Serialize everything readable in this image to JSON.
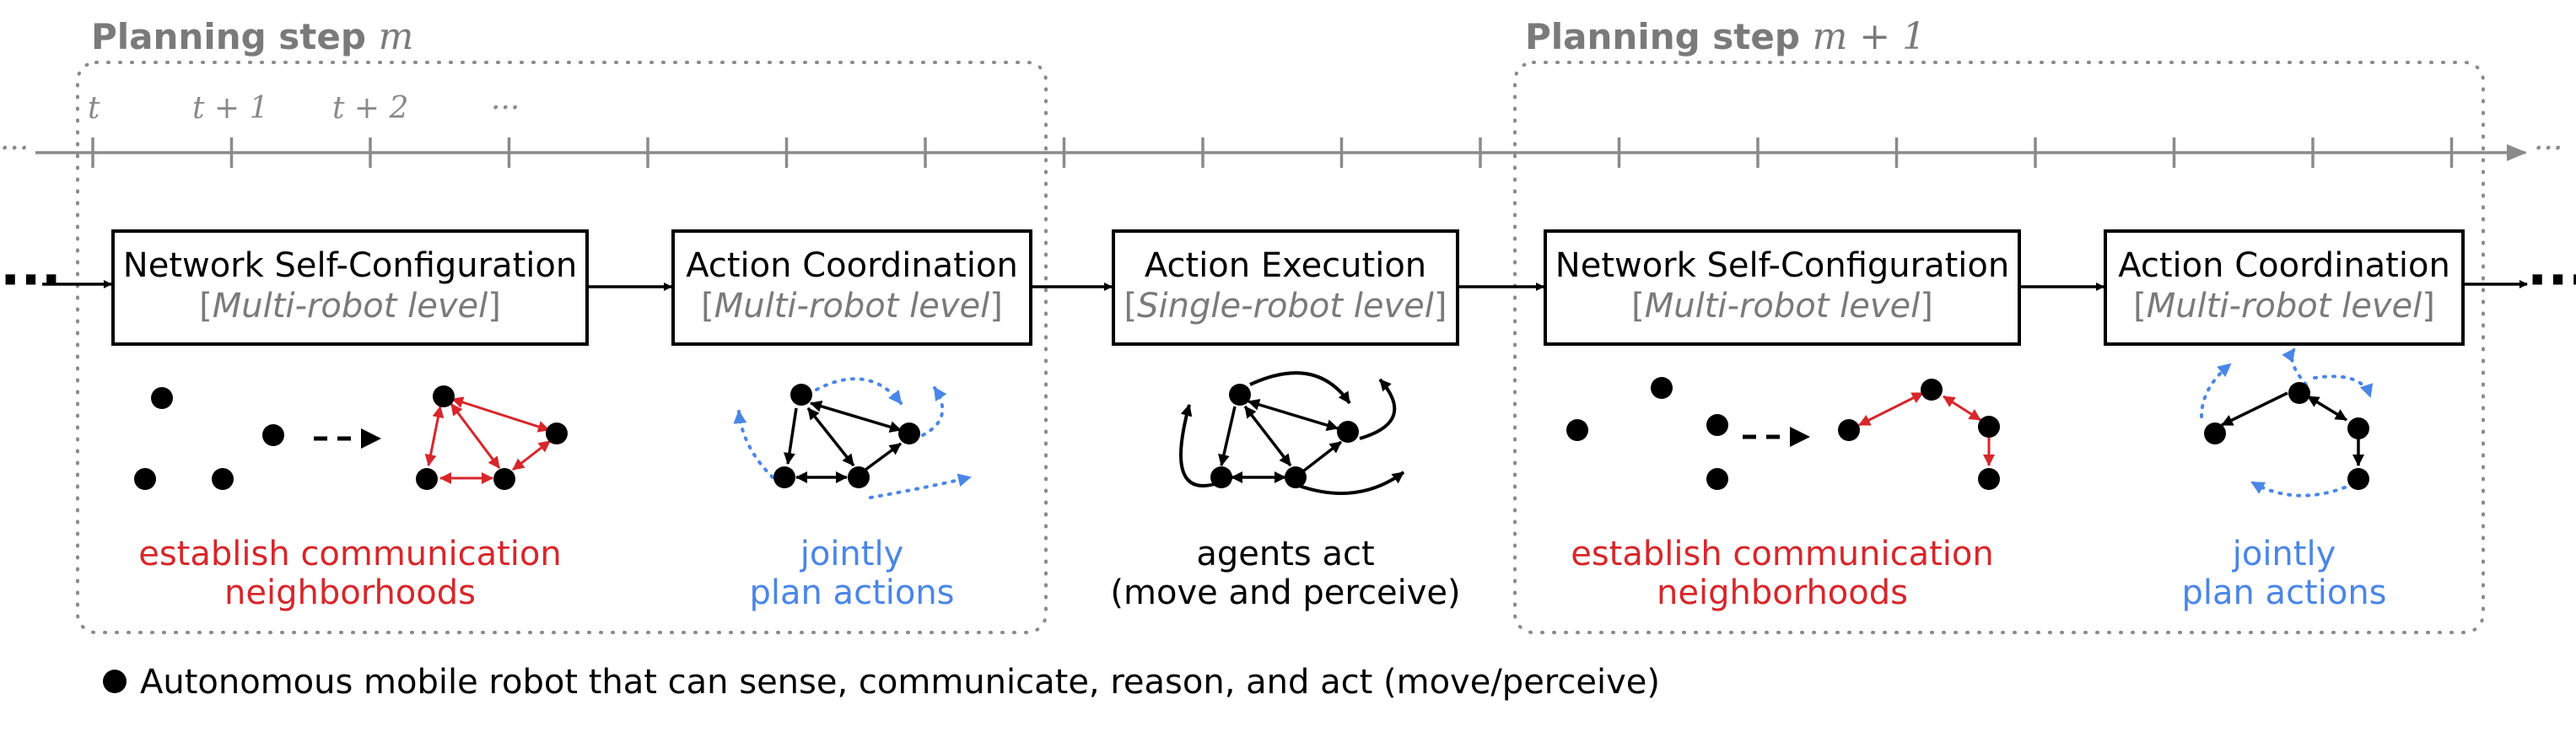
{
  "planning_steps": [
    {
      "label": "Planning step ",
      "math": "m"
    },
    {
      "label": "Planning step ",
      "math": "m + 1"
    }
  ],
  "timeline": {
    "labels": [
      "t",
      "t + 1",
      "t + 2",
      "···"
    ],
    "ellipsis": "···"
  },
  "stages": [
    {
      "name": "Network Self-Configuration",
      "level": "Multi-robot level",
      "caption": [
        "establish communication",
        "neighborhoods"
      ],
      "caption_color": "#d8262a"
    },
    {
      "name": "Action Coordination",
      "level": "Multi-robot level",
      "caption": [
        "jointly",
        "plan actions"
      ],
      "caption_color": "#4a86e8"
    },
    {
      "name": "Action Execution",
      "level": "Single-robot level",
      "caption": [
        "agents act",
        "(move and perceive)"
      ],
      "caption_color": "#000000"
    },
    {
      "name": "Network Self-Configuration",
      "level": "Multi-robot level",
      "caption": [
        "establish communication",
        "neighborhoods"
      ],
      "caption_color": "#d8262a"
    },
    {
      "name": "Action Coordination",
      "level": "Multi-robot level",
      "caption": [
        "jointly",
        "plan actions"
      ],
      "caption_color": "#4a86e8"
    }
  ],
  "flow_ellipsis": "···",
  "legend": {
    "icon": "robot-dot-icon",
    "text": "Autonomous mobile robot that can sense, communicate, reason, and act (move/perceive)"
  },
  "colors": {
    "communication": "#d8262a",
    "coordination": "#4a86e8",
    "frame": "#8a8a8a"
  }
}
